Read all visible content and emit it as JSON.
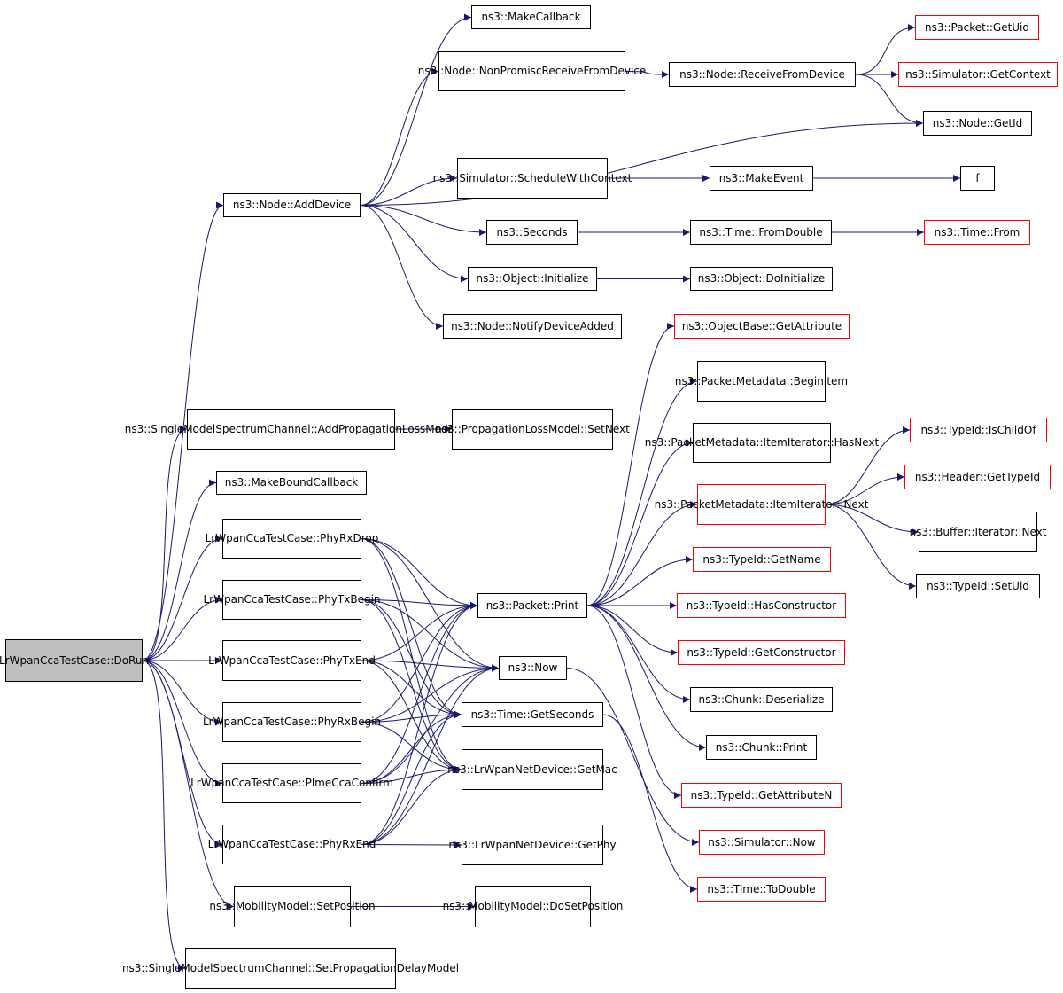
{
  "colors": {
    "edge": "#191970",
    "node_border": "#000000",
    "external_border": "#ff0000",
    "root_fill": "#bfbfbf"
  },
  "nodes": {
    "dorun": [
      "LrWpanCcaTestCase::",
      "DoRun"
    ],
    "adddevice": [
      "ns3::Node::AddDevice"
    ],
    "addplm": [
      "ns3::SingleModelSpectrum",
      "Channel::AddPropagationLossModel"
    ],
    "makeboundcallback": [
      "ns3::MakeBoundCallback"
    ],
    "phyrxdrop": [
      "LrWpanCcaTestCase::",
      "PhyRxDrop"
    ],
    "phytxbegin": [
      "LrWpanCcaTestCase::",
      "PhyTxBegin"
    ],
    "phytxend": [
      "LrWpanCcaTestCase::",
      "PhyTxEnd"
    ],
    "phyrxbegin": [
      "LrWpanCcaTestCase::",
      "PhyRxBegin"
    ],
    "plmeccaconfirm": [
      "LrWpanCcaTestCase::",
      "PlmeCcaConfirm"
    ],
    "phyrxend": [
      "LrWpanCcaTestCase::",
      "PhyRxEnd"
    ],
    "setposition": [
      "ns3::MobilityModel",
      "::SetPosition"
    ],
    "setpropdelay": [
      "ns3::SingleModelSpectrum",
      "Channel::SetPropagationDelayModel"
    ],
    "makecallback": [
      "ns3::MakeCallback"
    ],
    "nonpromisc": [
      "ns3::Node::NonPromiscReceive",
      "FromDevice"
    ],
    "schedulewithcontext": [
      "ns3::Simulator::Schedule",
      "WithContext"
    ],
    "seconds": [
      "ns3::Seconds"
    ],
    "objinitialize": [
      "ns3::Object::Initialize"
    ],
    "notifydeviceadded": [
      "ns3::Node::NotifyDeviceAdded"
    ],
    "plmsetnext": [
      "ns3::PropagationLossModel",
      "::SetNext"
    ],
    "packetprint": [
      "ns3::Packet::Print"
    ],
    "now": [
      "ns3::Now"
    ],
    "timegetseconds": [
      "ns3::Time::GetSeconds"
    ],
    "getmac": [
      "ns3::LrWpanNetDevice",
      "::GetMac"
    ],
    "getphy": [
      "ns3::LrWpanNetDevice",
      "::GetPhy"
    ],
    "dosetposition": [
      "ns3::MobilityModel",
      "::DoSetPosition"
    ],
    "receivefromdevice": [
      "ns3::Node::ReceiveFromDevice"
    ],
    "makeevent": [
      "ns3::MakeEvent"
    ],
    "fromdouble": [
      "ns3::Time::FromDouble"
    ],
    "doinitialize": [
      "ns3::Object::DoInitialize"
    ],
    "getattribute": [
      "ns3::ObjectBase::GetAttribute"
    ],
    "beginitem": [
      "ns3::PacketMetadata",
      "::BeginItem"
    ],
    "hasnext": [
      "ns3::PacketMetadata",
      "::ItemIterator::HasNext"
    ],
    "iternext": [
      "ns3::PacketMetadata",
      "::ItemIterator::Next"
    ],
    "getname": [
      "ns3::TypeId::GetName"
    ],
    "hasconstructor": [
      "ns3::TypeId::HasConstructor"
    ],
    "getconstructor": [
      "ns3::TypeId::GetConstructor"
    ],
    "chunkdeserialize": [
      "ns3::Chunk::Deserialize"
    ],
    "chunkprint": [
      "ns3::Chunk::Print"
    ],
    "getattributen": [
      "ns3::TypeId::GetAttributeN"
    ],
    "simnow": [
      "ns3::Simulator::Now"
    ],
    "todouble": [
      "ns3::Time::ToDouble"
    ],
    "packetgetuid": [
      "ns3::Packet::GetUid"
    ],
    "simgetcontext": [
      "ns3::Simulator::GetContext"
    ],
    "nodegetid": [
      "ns3::Node::GetId"
    ],
    "f": [
      "f"
    ],
    "timefrom": [
      "ns3::Time::From"
    ],
    "ischildof": [
      "ns3::TypeId::IsChildOf"
    ],
    "headergettypeid": [
      "ns3::Header::GetTypeId"
    ],
    "bufferiternext": [
      "ns3::Buffer::Iterator",
      "::Next"
    ],
    "setuid": [
      "ns3::TypeId::SetUid"
    ]
  },
  "external_nodes": [
    "receivefromdevice_no",
    "packetgetuid",
    "simgetcontext",
    "timefrom",
    "getattribute",
    "iternext",
    "getname",
    "hasconstructor",
    "getconstructor",
    "getattributen",
    "simnow",
    "todouble",
    "ischildof",
    "headergettypeid"
  ],
  "edges": [
    [
      "dorun",
      "adddevice"
    ],
    [
      "dorun",
      "addplm"
    ],
    [
      "dorun",
      "makeboundcallback"
    ],
    [
      "dorun",
      "phyrxdrop"
    ],
    [
      "dorun",
      "phytxbegin"
    ],
    [
      "dorun",
      "phytxend"
    ],
    [
      "dorun",
      "phyrxbegin"
    ],
    [
      "dorun",
      "plmeccaconfirm"
    ],
    [
      "dorun",
      "phyrxend"
    ],
    [
      "dorun",
      "setposition"
    ],
    [
      "dorun",
      "setpropdelay"
    ],
    [
      "adddevice",
      "makecallback"
    ],
    [
      "adddevice",
      "nonpromisc"
    ],
    [
      "adddevice",
      "nodegetid"
    ],
    [
      "adddevice",
      "schedulewithcontext"
    ],
    [
      "adddevice",
      "seconds"
    ],
    [
      "adddevice",
      "objinitialize"
    ],
    [
      "adddevice",
      "notifydeviceadded"
    ],
    [
      "nonpromisc",
      "receivefromdevice"
    ],
    [
      "receivefromdevice",
      "packetgetuid"
    ],
    [
      "receivefromdevice",
      "simgetcontext"
    ],
    [
      "receivefromdevice",
      "nodegetid"
    ],
    [
      "schedulewithcontext",
      "makeevent"
    ],
    [
      "makeevent",
      "f"
    ],
    [
      "seconds",
      "fromdouble"
    ],
    [
      "fromdouble",
      "timefrom"
    ],
    [
      "objinitialize",
      "doinitialize"
    ],
    [
      "addplm",
      "plmsetnext"
    ],
    [
      "phyrxdrop",
      "packetprint"
    ],
    [
      "phyrxdrop",
      "now"
    ],
    [
      "phyrxdrop",
      "timegetseconds"
    ],
    [
      "phyrxdrop",
      "getmac"
    ],
    [
      "phytxbegin",
      "packetprint"
    ],
    [
      "phytxbegin",
      "now"
    ],
    [
      "phytxbegin",
      "timegetseconds"
    ],
    [
      "phytxbegin",
      "getmac"
    ],
    [
      "phytxend",
      "packetprint"
    ],
    [
      "phytxend",
      "now"
    ],
    [
      "phytxend",
      "timegetseconds"
    ],
    [
      "phytxend",
      "getmac"
    ],
    [
      "phyrxbegin",
      "packetprint"
    ],
    [
      "phyrxbegin",
      "now"
    ],
    [
      "phyrxbegin",
      "timegetseconds"
    ],
    [
      "phyrxbegin",
      "getmac"
    ],
    [
      "plmeccaconfirm",
      "packetprint"
    ],
    [
      "plmeccaconfirm",
      "now"
    ],
    [
      "plmeccaconfirm",
      "timegetseconds"
    ],
    [
      "plmeccaconfirm",
      "getmac"
    ],
    [
      "phyrxend",
      "packetprint"
    ],
    [
      "phyrxend",
      "now"
    ],
    [
      "phyrxend",
      "timegetseconds"
    ],
    [
      "phyrxend",
      "getmac"
    ],
    [
      "phyrxend",
      "getphy"
    ],
    [
      "setposition",
      "dosetposition"
    ],
    [
      "packetprint",
      "getattribute"
    ],
    [
      "packetprint",
      "beginitem"
    ],
    [
      "packetprint",
      "hasnext"
    ],
    [
      "packetprint",
      "iternext"
    ],
    [
      "packetprint",
      "getname"
    ],
    [
      "packetprint",
      "hasconstructor"
    ],
    [
      "packetprint",
      "getconstructor"
    ],
    [
      "packetprint",
      "chunkdeserialize"
    ],
    [
      "packetprint",
      "chunkprint"
    ],
    [
      "packetprint",
      "getattributen"
    ],
    [
      "iternext",
      "ischildof"
    ],
    [
      "iternext",
      "headergettypeid"
    ],
    [
      "iternext",
      "bufferiternext"
    ],
    [
      "iternext",
      "setuid"
    ],
    [
      "now",
      "simnow"
    ],
    [
      "timegetseconds",
      "todouble"
    ]
  ]
}
